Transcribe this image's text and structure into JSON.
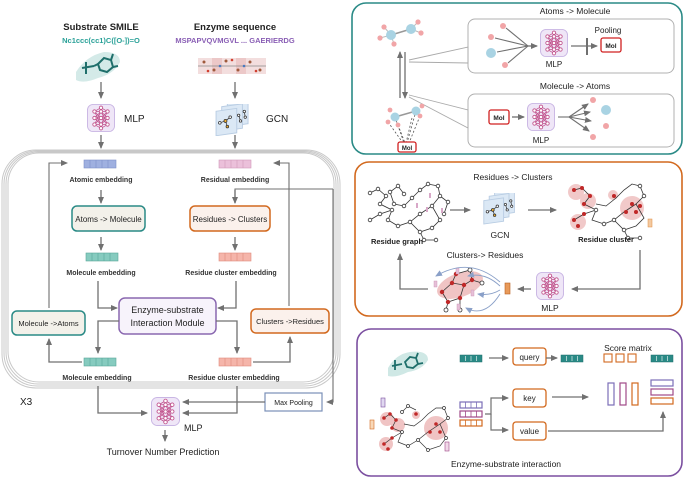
{
  "left": {
    "substrate_title": "Substrate SMILE",
    "substrate_smiles": "Nc1ccc(cc1)C([O-])=O",
    "enzyme_title": "Enzyme sequence",
    "enzyme_sequence": "MSPAPVQVMGVL ... GAERIERDG",
    "mlp_label": "MLP",
    "gcn_label": "GCN",
    "atomic_embedding": "Atomic embedding",
    "residual_embedding": "Residual embedding",
    "atoms_to_molecule": "Atoms -> Molecule",
    "residues_to_clusters": "Residues -> Clusters",
    "molecule_embedding": "Molecule embedding",
    "residue_cluster_embedding": "Residue cluster embedding",
    "interaction_module_line1": "Enzyme-substrate",
    "interaction_module_line2": "Interaction Module",
    "molecule_to_atoms": "Molecule ->Atoms",
    "clusters_to_residues": "Clusters ->Residues",
    "molecule_embedding_2": "Molecule embedding",
    "residue_cluster_embedding_2": "Residue cluster embedding",
    "repeat_label": "X3",
    "max_pooling": "Max Pooling",
    "final_mlp_label": "MLP",
    "output_label": "Turnover Number Prediction"
  },
  "panel_top": {
    "atoms_to_molecule": "Atoms -> Molecule",
    "pooling": "Pooling",
    "mol": "Mol",
    "mlp": "MLP",
    "molecule_to_atoms": "Molecule -> Atoms"
  },
  "panel_mid": {
    "residues_to_clusters": "Residues -> Clusters",
    "residue_graph": "Residue graph",
    "gcn": "GCN",
    "residue_cluster": "Residue cluster",
    "clusters_to_residues": "Clusters-> Residues",
    "mlp": "MLP"
  },
  "panel_bottom": {
    "score_matrix": "Score matrix",
    "query": "query",
    "key": "key",
    "value": "value",
    "caption": "Enzyme-substrate interaction"
  },
  "colors": {
    "teal": "#2a8a86",
    "orange": "#d2691e",
    "purple": "#7b4fa0",
    "smiles_text": "#2aa198",
    "sequence_text": "#8a5fb5",
    "gray_arrow": "#707070",
    "mlp_pink": "#c0508a",
    "blue_embed": "#8fa3d8",
    "pink_embed": "#e5b3cf",
    "teal_embed": "#6fbfb4",
    "salmon_embed": "#f2a99c"
  }
}
